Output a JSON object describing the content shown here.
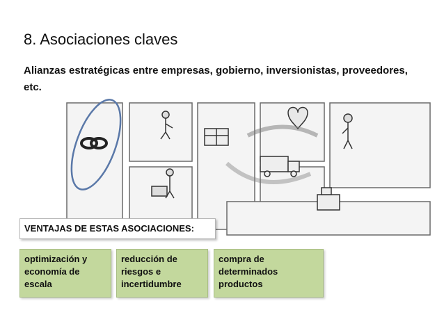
{
  "slide": {
    "title": "8. Asociaciones claves",
    "subtitle": "Alianzas estratégicas entre empresas, gobierno, inversionistas, proveedores, etc."
  },
  "advantages": {
    "header": "VENTAJAS DE ESTAS ASOCIACIONES:",
    "items": [
      {
        "text": "optimización y economía de escala"
      },
      {
        "text": "reducción de riesgos e incertidumbre"
      },
      {
        "text": "compra de determinados productos"
      }
    ]
  },
  "colors": {
    "box_fill": "#c3d89d",
    "highlight_ring": "#5a78a8"
  },
  "icons": [
    "rings-icon",
    "worker-icon",
    "heart-icon",
    "gift-icon",
    "truck-icon",
    "person-icon",
    "cash-register-icon"
  ]
}
